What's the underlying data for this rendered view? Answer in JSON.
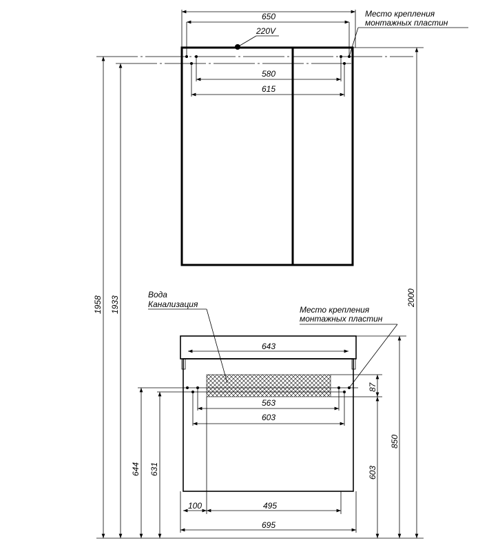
{
  "title": "Cabinet installation drawing",
  "mirror_cabinet": {
    "width_label": "650",
    "power_label": "220V",
    "mount_inner_label": "580",
    "mount_outer_label": "615",
    "mount_note_line1": "Место крепления",
    "mount_note_line2": "монтажных пластин"
  },
  "vanity": {
    "top_width_label": "643",
    "mount_inner_label": "563",
    "mount_outer_label": "603",
    "zone_height_label": "87",
    "height_label": "850",
    "mount_height_label": "603",
    "left_offset_label": "100",
    "zone_width_label": "495",
    "total_width_label": "695",
    "water_label": "Вода",
    "drain_label": "Канализация",
    "mount_note_line1": "Место крепления",
    "mount_note_line2": "монтажных пластин"
  },
  "heights": {
    "h1958": "1958",
    "h1933": "1933",
    "h2000": "2000",
    "h644": "644",
    "h631": "631"
  }
}
